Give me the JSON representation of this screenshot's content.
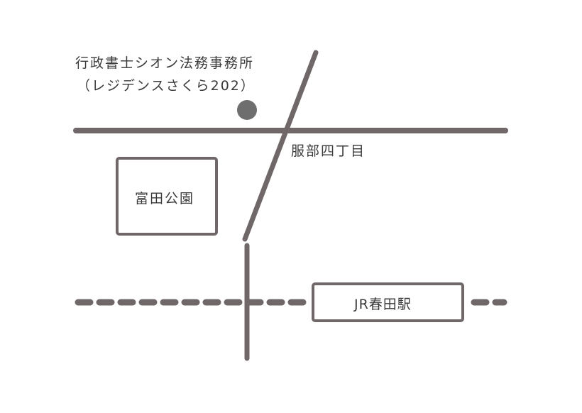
{
  "office": {
    "name": "行政書士シオン法務事務所",
    "building": "（レジデンスさくら202）"
  },
  "intersection": "服部四丁目",
  "park": "富田公園",
  "station": "JR春田駅",
  "colors": {
    "road": "#706868",
    "marker": "#6e6e6e"
  }
}
